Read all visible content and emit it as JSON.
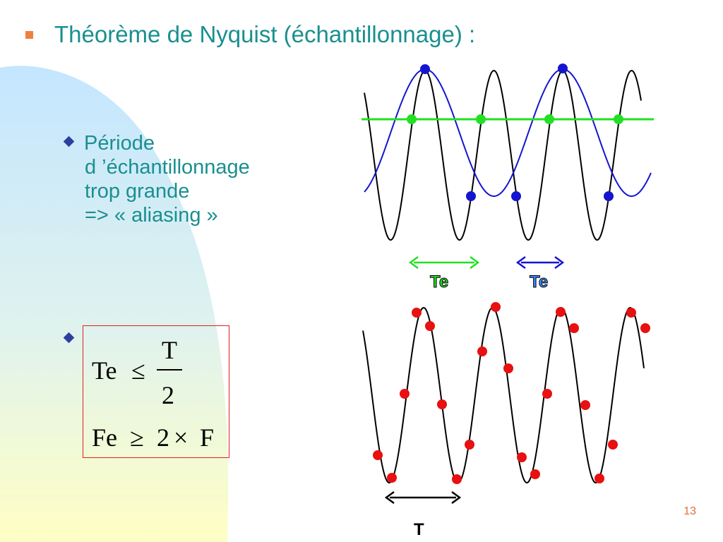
{
  "title": "Théorème de Nyquist (échantillonnage) :",
  "bullet1": {
    "line1": "Période",
    "line2": "d ’échantillonnage",
    "line3": "trop grande",
    "line4": "=> « aliasing »"
  },
  "formula": {
    "line1_lhs": "Te",
    "line1_op": "≤",
    "fraction_num": "T",
    "fraction_den": "2",
    "line2_lhs": "Fe",
    "line2_op": "≥",
    "line2_num": "2",
    "line2_times": "×",
    "line2_rhs": "F"
  },
  "top_diagram": {
    "label_green": "Te",
    "label_blue": "Te"
  },
  "bottom_diagram": {
    "label_period": "T"
  },
  "page_number": "13",
  "colors": {
    "title": "#1a8f8f",
    "title_bullet": "#f08040",
    "bullet_diamond": "#2a3f9e",
    "signal": "#000000",
    "alias_wave": "#1515d0",
    "dc_line": "#22e022",
    "sample_red": "#e81010",
    "box_border": "#e02020",
    "page_number": "#e07030",
    "bg_gradient_top": "#c8e8ff",
    "bg_gradient_bottom": "#ffffc8"
  }
}
